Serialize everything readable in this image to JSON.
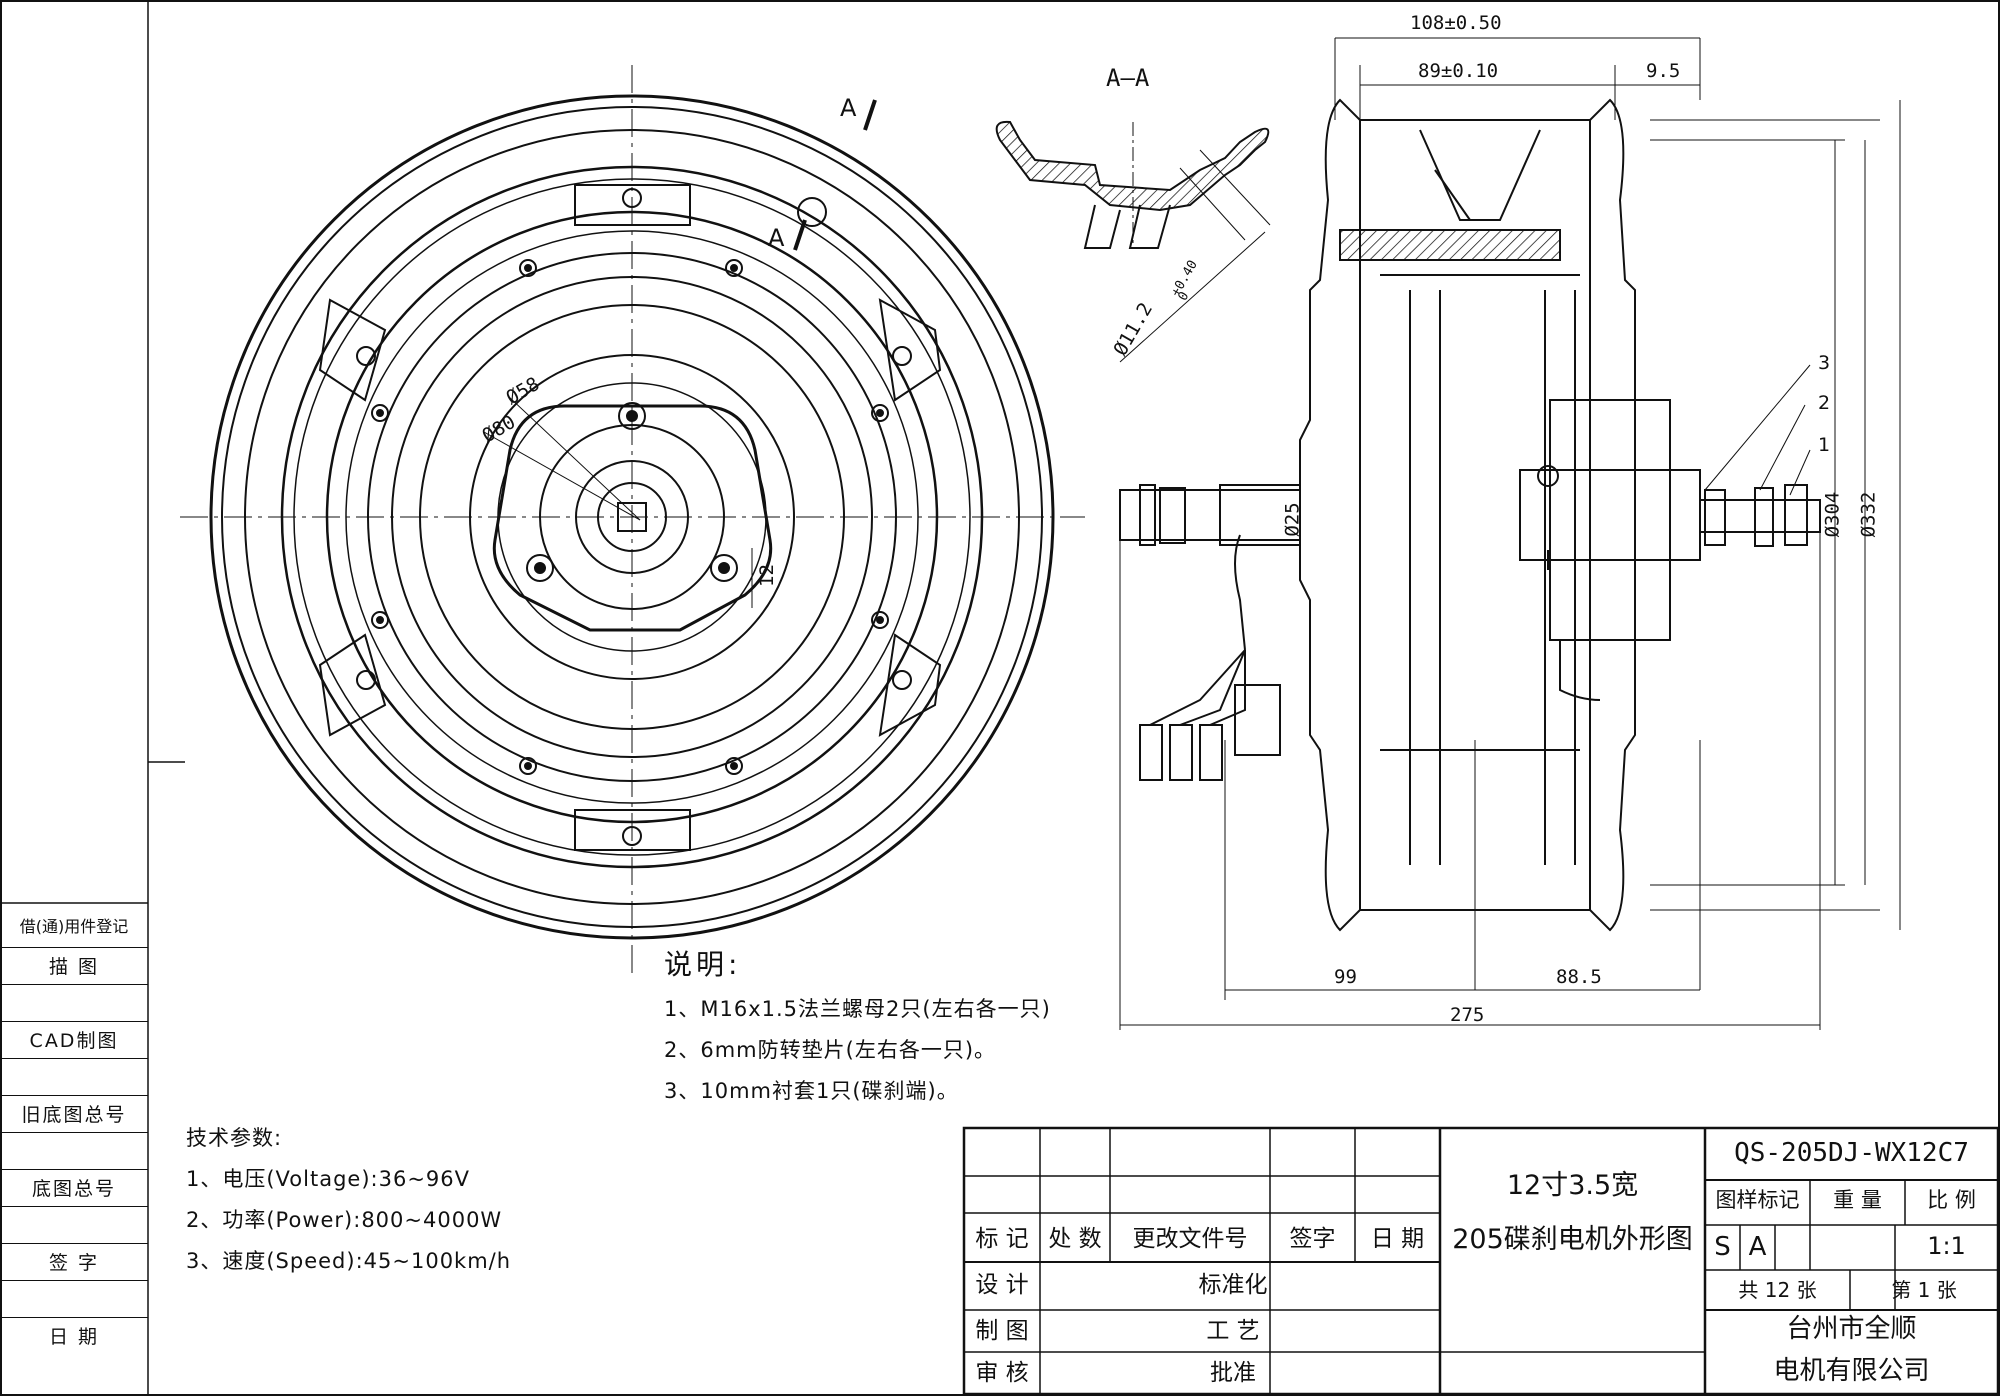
{
  "section_label": "A—A",
  "section_marks": [
    "A",
    "A"
  ],
  "dimensions": {
    "front": [
      "Ø58",
      "Ø80",
      "12"
    ],
    "side_top": [
      "108±0.50",
      "89±0.10",
      "9.5"
    ],
    "side_bottom": [
      "99",
      "88.5",
      "275"
    ],
    "side_right": [
      "Ø304",
      "Ø332"
    ],
    "axle": "Ø25",
    "section_hole": "Ø11.2",
    "section_tol_upper": "+0.40",
    "section_tol_lower": "0"
  },
  "callouts": [
    "3",
    "2",
    "1"
  ],
  "sidebar": [
    "借(通)用件登记",
    "描 图",
    "",
    "CAD制图",
    "",
    "旧底图总号",
    "",
    "底图总号",
    "",
    "签 字",
    "",
    "日 期"
  ],
  "notes": {
    "title": "说明:",
    "items": [
      "1、M16x1.5法兰螺母2只(左右各一只)",
      "2、6mm防转垫片(左右各一只)。",
      "3、10mm衬套1只(碟刹端)。"
    ]
  },
  "specs": {
    "title": "技术参数:",
    "items": [
      "1、电压(Voltage):36~96V",
      "2、功率(Power):800~4000W",
      "3、速度(Speed):45~100km/h"
    ]
  },
  "title_block": {
    "revision_headers": [
      "标 记",
      "处 数",
      "更改文件号",
      "签字",
      "日 期"
    ],
    "approvals_left": [
      "设 计",
      "制 图",
      "审 核"
    ],
    "approvals_right": [
      "标准化",
      "工 艺",
      "批准"
    ],
    "drawing_name_line1": "12寸3.5宽",
    "drawing_name_line2": "205碟刹电机外形图",
    "drawing_number": "QS-205DJ-WX12C7",
    "meta_headers": [
      "图样标记",
      "重 量",
      "比 例"
    ],
    "mark_letters": [
      "S",
      "A"
    ],
    "scale": "1:1",
    "sheets_total": "共 12 张",
    "sheet_number": "第 1 张",
    "company_line1": "台州市全顺",
    "company_line2": "电机有限公司"
  }
}
